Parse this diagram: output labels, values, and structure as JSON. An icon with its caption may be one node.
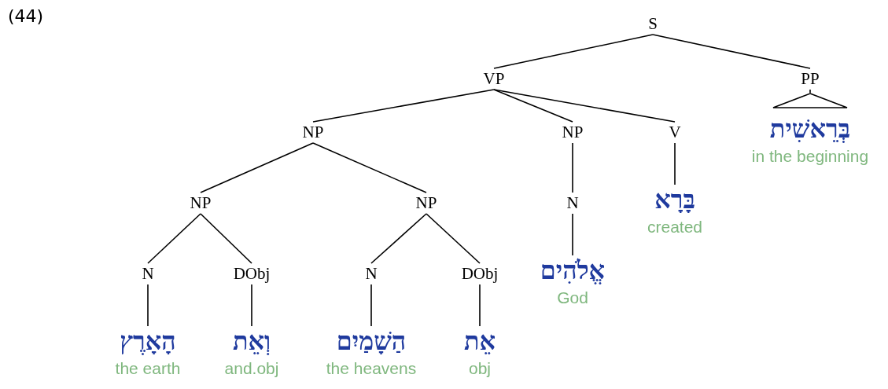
{
  "diagram": {
    "nodes": [
      {
        "text": [
          "S"
        ]
      },
      {
        "text": [
          "VP"
        ]
      },
      {
        "text": [
          "PP"
        ]
      },
      {
        "text": [
          "NP"
        ]
      },
      {
        "text": [
          "NP"
        ]
      },
      {
        "text": [
          "V"
        ]
      },
      {
        "text": [],
        "shape": "triangle"
      },
      {
        "text": [
          "בְּרֵאשִׁית"
        ],
        "beside": [
          "in the beginning"
        ]
      },
      {
        "text": [
          "NP"
        ]
      },
      {
        "text": [
          "NP"
        ]
      },
      {
        "text": [
          "N"
        ]
      },
      {
        "text": [
          "בָּרָא"
        ],
        "beside": [
          "created"
        ]
      },
      {
        "text": [
          "N"
        ]
      },
      {
        "text": [
          "DObj"
        ]
      },
      {
        "text": [
          "N"
        ]
      },
      {
        "text": [
          "DObj"
        ]
      },
      {
        "text": [
          "אֱלֹהִים"
        ],
        "beside": [
          "God"
        ]
      },
      {
        "text": [
          "הָאָרֶץ"
        ],
        "beside": [
          "the earth"
        ]
      },
      {
        "text": [
          "וְאֵת"
        ],
        "beside": [
          "and.obj"
        ]
      },
      {
        "text": [
          "הַשָׁמַיִם"
        ],
        "beside": [
          "the heavens"
        ]
      },
      {
        "text": [
          "אֵת"
        ],
        "beside": [
          "obj"
        ]
      }
    ],
    "edges": [
      {
        "from": 0,
        "to": 1,
        "arrow": "none"
      },
      {
        "from": 0,
        "to": 2,
        "arrow": "none"
      },
      {
        "from": 1,
        "to": 3,
        "arrow": "none"
      },
      {
        "from": 1,
        "to": 4,
        "arrow": "none"
      },
      {
        "from": 1,
        "to": 5,
        "arrow": "none"
      },
      {
        "from": 2,
        "to": 6,
        "arrow": "none"
      },
      {
        "from": 3,
        "to": 8,
        "arrow": "none"
      },
      {
        "from": 3,
        "to": 9,
        "arrow": "none"
      },
      {
        "from": 4,
        "to": 10,
        "arrow": "none"
      },
      {
        "from": 5,
        "to": 11,
        "arrow": "none"
      },
      {
        "from": 8,
        "to": 12,
        "arrow": "none"
      },
      {
        "from": 8,
        "to": 13,
        "arrow": "none"
      },
      {
        "from": 9,
        "to": 14,
        "arrow": "none"
      },
      {
        "from": 9,
        "to": 15,
        "arrow": "none"
      },
      {
        "from": 10,
        "to": 16,
        "arrow": "none"
      },
      {
        "from": 12,
        "to": 17,
        "arrow": "none"
      },
      {
        "from": 13,
        "to": 18,
        "arrow": "none"
      },
      {
        "from": 14,
        "to": 19,
        "arrow": "none"
      },
      {
        "from": 15,
        "to": 20,
        "arrow": "none"
      }
    ],
    "labels": [
      "(44)"
    ]
  }
}
